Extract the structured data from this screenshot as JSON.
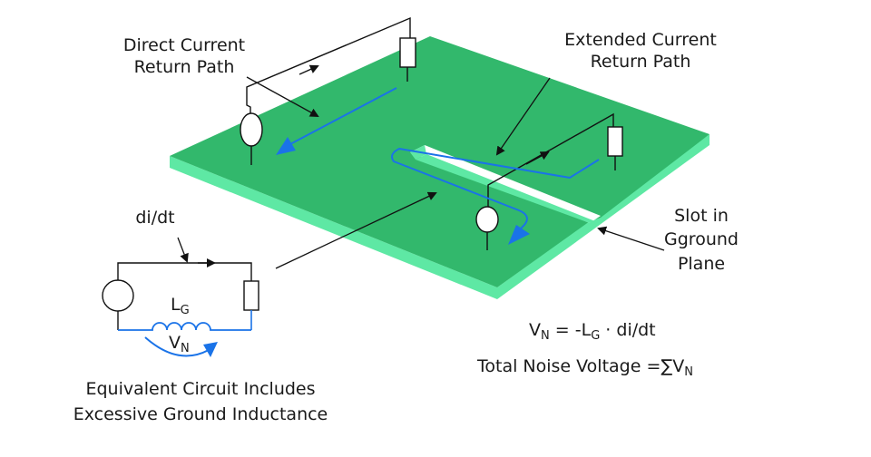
{
  "labels": {
    "direct_line1": "Direct Current",
    "direct_line2": "Return Path",
    "extended_line1": "Extended Current",
    "extended_line2": "Return Path",
    "slot_line1": "Slot in",
    "slot_line2": "Gground",
    "slot_line3": "Plane",
    "didt": "di/dt",
    "inductor_symbol": "L",
    "inductor_sub": "G",
    "vn_symbol": "V",
    "vn_sub": "N",
    "caption_line1": "Equivalent Circuit Includes",
    "caption_line2": "Excessive Ground Inductance",
    "formula_v": "V",
    "formula_n": "N",
    "formula_eq": " = -L",
    "formula_g": "G",
    "formula_rest": " · di/dt",
    "total_text": "Total Noise Voltage =∑V",
    "total_sub": "N"
  },
  "colors": {
    "board_top": "#32b86c",
    "board_edge": "#5ee8a4",
    "current_path": "#1a73e8",
    "wire": "#111111"
  }
}
